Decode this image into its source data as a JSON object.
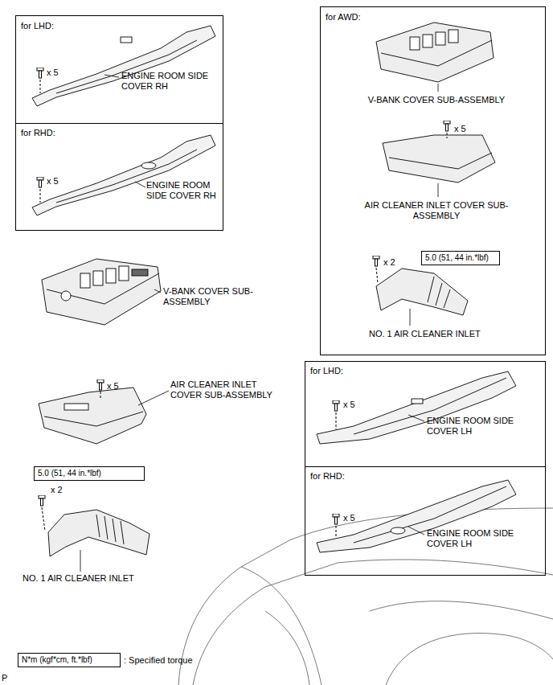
{
  "diagram": {
    "nodes": [
      {
        "text": [
          "for LHD:",
          "x 5",
          "ENGINE ROOM SIDE COVER RH"
        ]
      },
      {
        "text": [
          "for RHD:",
          "x 5",
          "ENGINE ROOM SIDE COVER RH"
        ]
      },
      {
        "text": [
          "for AWD:",
          "V-BANK COVER SUB-ASSEMBLY",
          "x 5",
          "AIR CLEANER INLET COVER SUB-ASSEMBLY",
          "x 2",
          "NO. 1 AIR CLEANER INLET"
        ]
      },
      {
        "text": [
          "5.0 (51, 44 in.*lbf)"
        ],
        "in": 2
      },
      {
        "text": [
          "for LHD:",
          "x 5",
          "ENGINE ROOM SIDE COVER LH"
        ]
      },
      {
        "text": [
          "for RHD:",
          "x 5",
          "ENGINE ROOM SIDE COVER LH"
        ]
      },
      {
        "text": [
          "5.0 (51, 44 in.*lbf)"
        ]
      },
      {
        "text": [
          "N*m (kgf*cm, ft.*lbf)"
        ]
      }
    ],
    "labels": [
      "V-BANK COVER SUB-ASSEMBLY",
      "x 5",
      "AIR CLEANER INLET COVER SUB-ASSEMBLY",
      "x 2",
      "NO. 1 AIR CLEANER INLET",
      ": Specified torque",
      "P"
    ]
  }
}
